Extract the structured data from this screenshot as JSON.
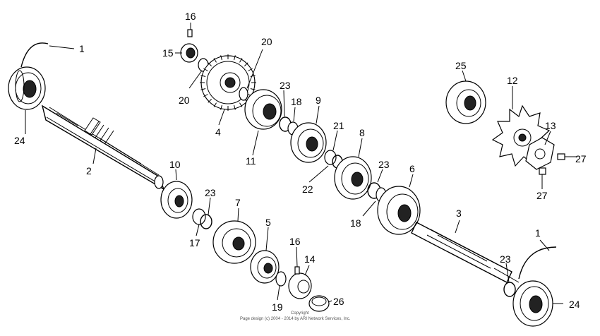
{
  "diagram": {
    "callouts": [
      "1",
      "2",
      "3",
      "4",
      "5",
      "6",
      "7",
      "8",
      "9",
      "10",
      "11",
      "12",
      "13",
      "14",
      "15",
      "16",
      "17",
      "18",
      "19",
      "20",
      "21",
      "22",
      "23",
      "24",
      "25",
      "26",
      "27"
    ]
  },
  "footer": {
    "copyright_line1": "Copyright",
    "copyright_line2": "Page design (c) 2004 - 2014 by ARI Network Services, Inc."
  }
}
